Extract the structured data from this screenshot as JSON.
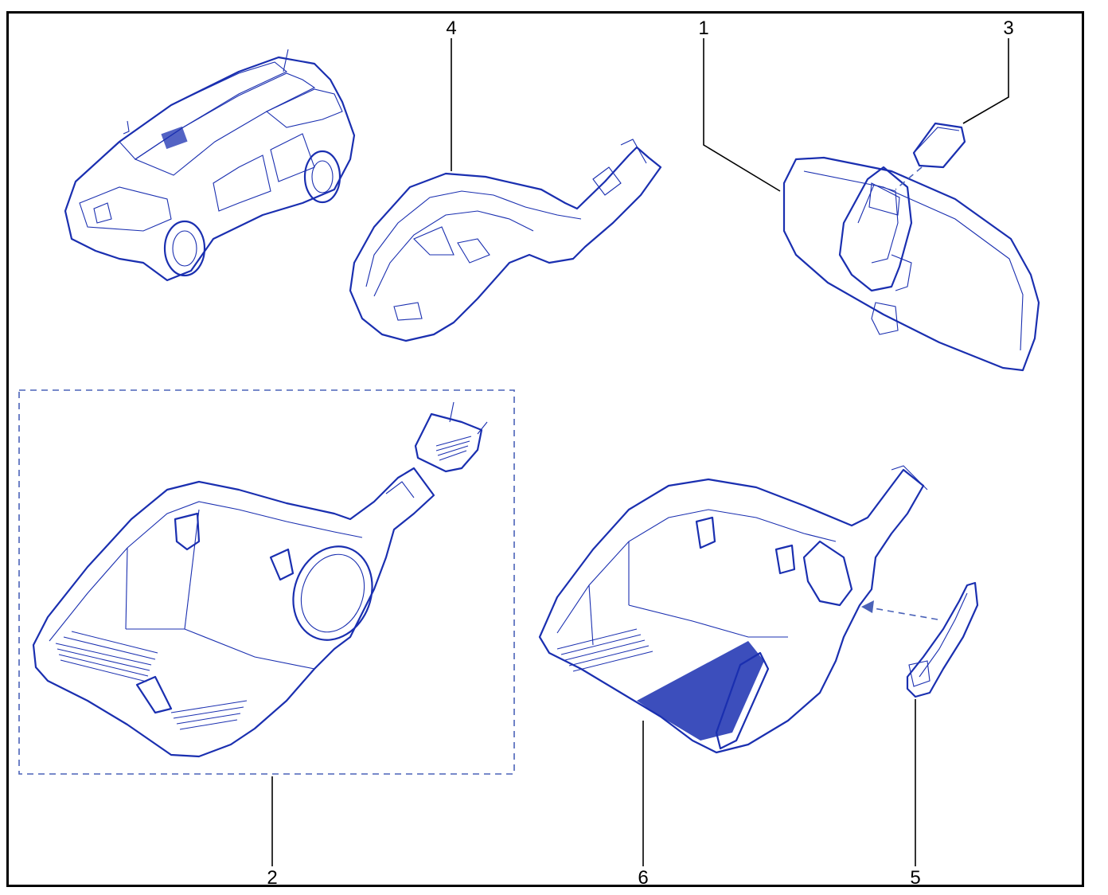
{
  "diagram": {
    "colors": {
      "line": "#1a2fb0",
      "frame": "#000000",
      "dashed_box": "#4a62b8"
    },
    "callouts": [
      {
        "id": "callout-1",
        "label": "1"
      },
      {
        "id": "callout-2",
        "label": "2"
      },
      {
        "id": "callout-3",
        "label": "3"
      },
      {
        "id": "callout-4",
        "label": "4"
      },
      {
        "id": "callout-5",
        "label": "5"
      },
      {
        "id": "callout-6",
        "label": "6"
      }
    ]
  }
}
